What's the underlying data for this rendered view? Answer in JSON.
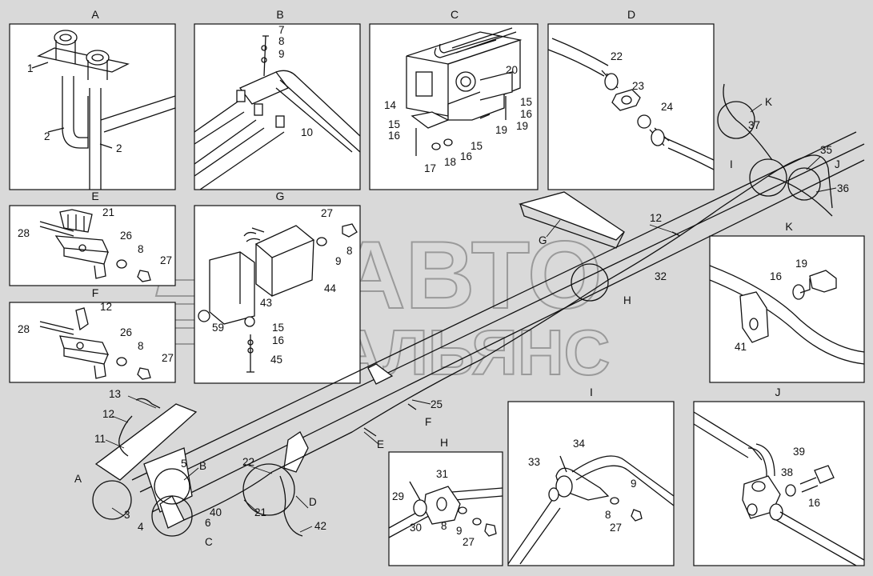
{
  "panels": {
    "A": {
      "title": "A",
      "labels": [
        "1",
        "2",
        "2"
      ]
    },
    "B": {
      "title": "B",
      "labels": [
        "7",
        "8",
        "9",
        "10"
      ]
    },
    "C": {
      "title": "C",
      "labels": [
        "20",
        "14",
        "15",
        "16",
        "15",
        "16",
        "19",
        "15",
        "16",
        "17",
        "18",
        "19"
      ]
    },
    "D": {
      "title": "D",
      "labels": [
        "22",
        "23",
        "24"
      ]
    },
    "E": {
      "title": "E",
      "labels": [
        "21",
        "28",
        "26",
        "8",
        "27"
      ]
    },
    "F": {
      "title": "F",
      "labels": [
        "12",
        "28",
        "26",
        "8",
        "27"
      ]
    },
    "G": {
      "title": "G",
      "labels": [
        "27",
        "8",
        "9",
        "44",
        "43",
        "59",
        "15",
        "16",
        "45"
      ]
    },
    "H": {
      "title": "H",
      "labels": [
        "31",
        "29",
        "30",
        "8",
        "9",
        "27"
      ]
    },
    "I": {
      "title": "I",
      "labels": [
        "34",
        "33",
        "9",
        "8",
        "27"
      ]
    },
    "J": {
      "title": "J",
      "labels": [
        "39",
        "38",
        "16"
      ]
    },
    "K": {
      "title": "K",
      "labels": [
        "19",
        "16",
        "41"
      ]
    }
  },
  "main": {
    "callouts": [
      "K",
      "37",
      "I",
      "35",
      "J",
      "36",
      "12",
      "G",
      "32",
      "H",
      "25",
      "F",
      "E",
      "13",
      "12",
      "11",
      "A",
      "5",
      "B",
      "3",
      "4",
      "40",
      "6",
      "21",
      "22",
      "D",
      "42",
      "C"
    ]
  },
  "watermark": {
    "line1": "АВТО",
    "line2": "АЛЬЯНС"
  },
  "colors": {
    "background": "#d9d9d9",
    "panel": "#ffffff",
    "line": "#111111",
    "watermark": "#9a9a9a"
  }
}
